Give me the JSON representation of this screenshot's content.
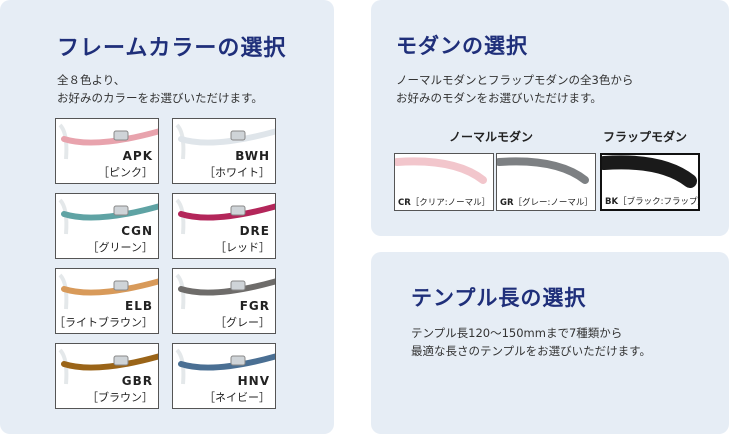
{
  "frame": {
    "title": "フレームカラーの選択",
    "desc_line1": "全８色より、",
    "desc_line2": "お好みのカラーをお選びいただけます。",
    "colors": [
      {
        "code": "APK",
        "name": "［ピンク］",
        "color": "#e8a3ad"
      },
      {
        "code": "BWH",
        "name": "［ホワイト］",
        "color": "#dfe5ea"
      },
      {
        "code": "CGN",
        "name": "［グリーン］",
        "color": "#5fa3a4"
      },
      {
        "code": "DRE",
        "name": "［レッド］",
        "color": "#b3265a"
      },
      {
        "code": "ELB",
        "name": "［ライトブラウン］",
        "color": "#d89a5a"
      },
      {
        "code": "FGR",
        "name": "［グレー］",
        "color": "#6e6c6a"
      },
      {
        "code": "GBR",
        "name": "［ブラウン］",
        "color": "#9a6418"
      },
      {
        "code": "HNV",
        "name": "［ネイビー］",
        "color": "#4a6f93"
      }
    ]
  },
  "modern": {
    "title": "モダンの選択",
    "desc_line1": "ノーマルモダンとフラップモダンの全3色から",
    "desc_line2": "お好みのモダンをお選びいただけます。",
    "head_normal": "ノーマルモダン",
    "head_flap": "フラップモダン",
    "options": [
      {
        "code": "CR",
        "name": "［クリア:ノーマル］",
        "color": "#f2c6cc"
      },
      {
        "code": "GR",
        "name": "［グレー:ノーマル］",
        "color": "#7d8083"
      },
      {
        "code": "BK",
        "name": "［ブラック:フラップ］",
        "color": "#1a1a1a"
      }
    ]
  },
  "temple": {
    "title": "テンプル長の選択",
    "desc_line1": "テンプル長120〜150mmまで7種類から",
    "desc_line2": "最適な長さのテンプルをお選びいただけます。"
  }
}
